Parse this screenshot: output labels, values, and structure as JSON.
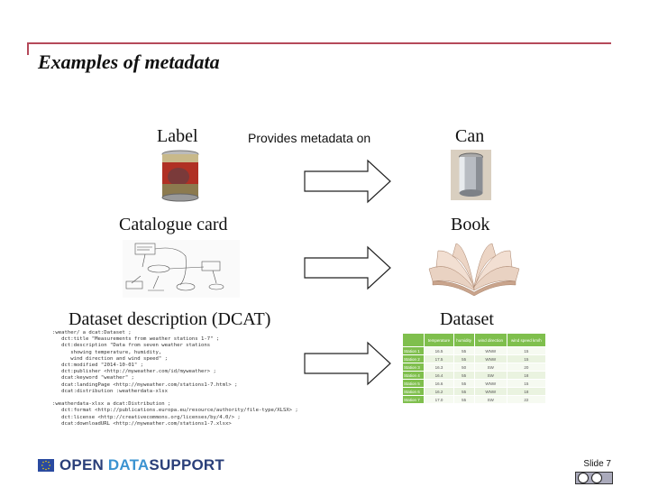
{
  "slide": {
    "title": "Examples of metadata",
    "provides_label": "Provides metadata on",
    "rows": [
      {
        "left_label": "Label",
        "right_label": "Can"
      },
      {
        "left_label": "Catalogue card",
        "right_label": "Book"
      },
      {
        "left_label": "Dataset description (DCAT)",
        "right_label": "Dataset"
      }
    ],
    "dcat_code": ":weather/ a dcat:Dataset ;\n   dct:title \"Measurements from weather stations 1-7\" ;\n   dct:description \"Data from seven weather stations\n      showing temperature, humidity,\n      wind direction and wind speed\" ;\n   dct:modified \"2014-10-01\" ;\n   dct:publisher <http://myweather.com/id/myweather> ;\n   dcat:keyword \"weather\" ;\n   dcat:landingPage <http://myweather.com/stations1-7.html> ;\n   dcat:distribution :weatherdata-xlsx\n\n:weatherdata-xlsx a dcat:Distribution ;\n   dct:format <http://publications.europa.eu/resource/authority/file-type/XLSX> ;\n   dct:license <http://creativecommons.org/licenses/by/4.0/> ;\n   dcat:downloadURL <http://myweather.com/stations1-7.xlsx>",
    "table": {
      "headers": [
        "",
        "temperature",
        "humidity",
        "wind direction",
        "wind speed km/h"
      ],
      "rows": [
        [
          "Station 1",
          "16.5",
          "55",
          "WNW",
          "15"
        ],
        [
          "Station 2",
          "17.5",
          "55",
          "WNW",
          "15"
        ],
        [
          "Station 3",
          "16.3",
          "50",
          "SW",
          "20"
        ],
        [
          "Station 4",
          "16.4",
          "55",
          "SW",
          "18"
        ],
        [
          "Station 5",
          "16.6",
          "55",
          "WNW",
          "15"
        ],
        [
          "Station 6",
          "16.2",
          "55",
          "WNW",
          "18"
        ],
        [
          "Station 7",
          "17.0",
          "55",
          "SW",
          "22"
        ]
      ]
    },
    "logo": {
      "open": "OPEN ",
      "data": "DATA",
      "support": "SUPPORT"
    },
    "slide_number": "Slide 7",
    "colors": {
      "accent": "#b5495a",
      "table_green": "#7fbf4d",
      "logo_navy": "#2a3f7a",
      "logo_blue": "#3b93d1"
    }
  }
}
